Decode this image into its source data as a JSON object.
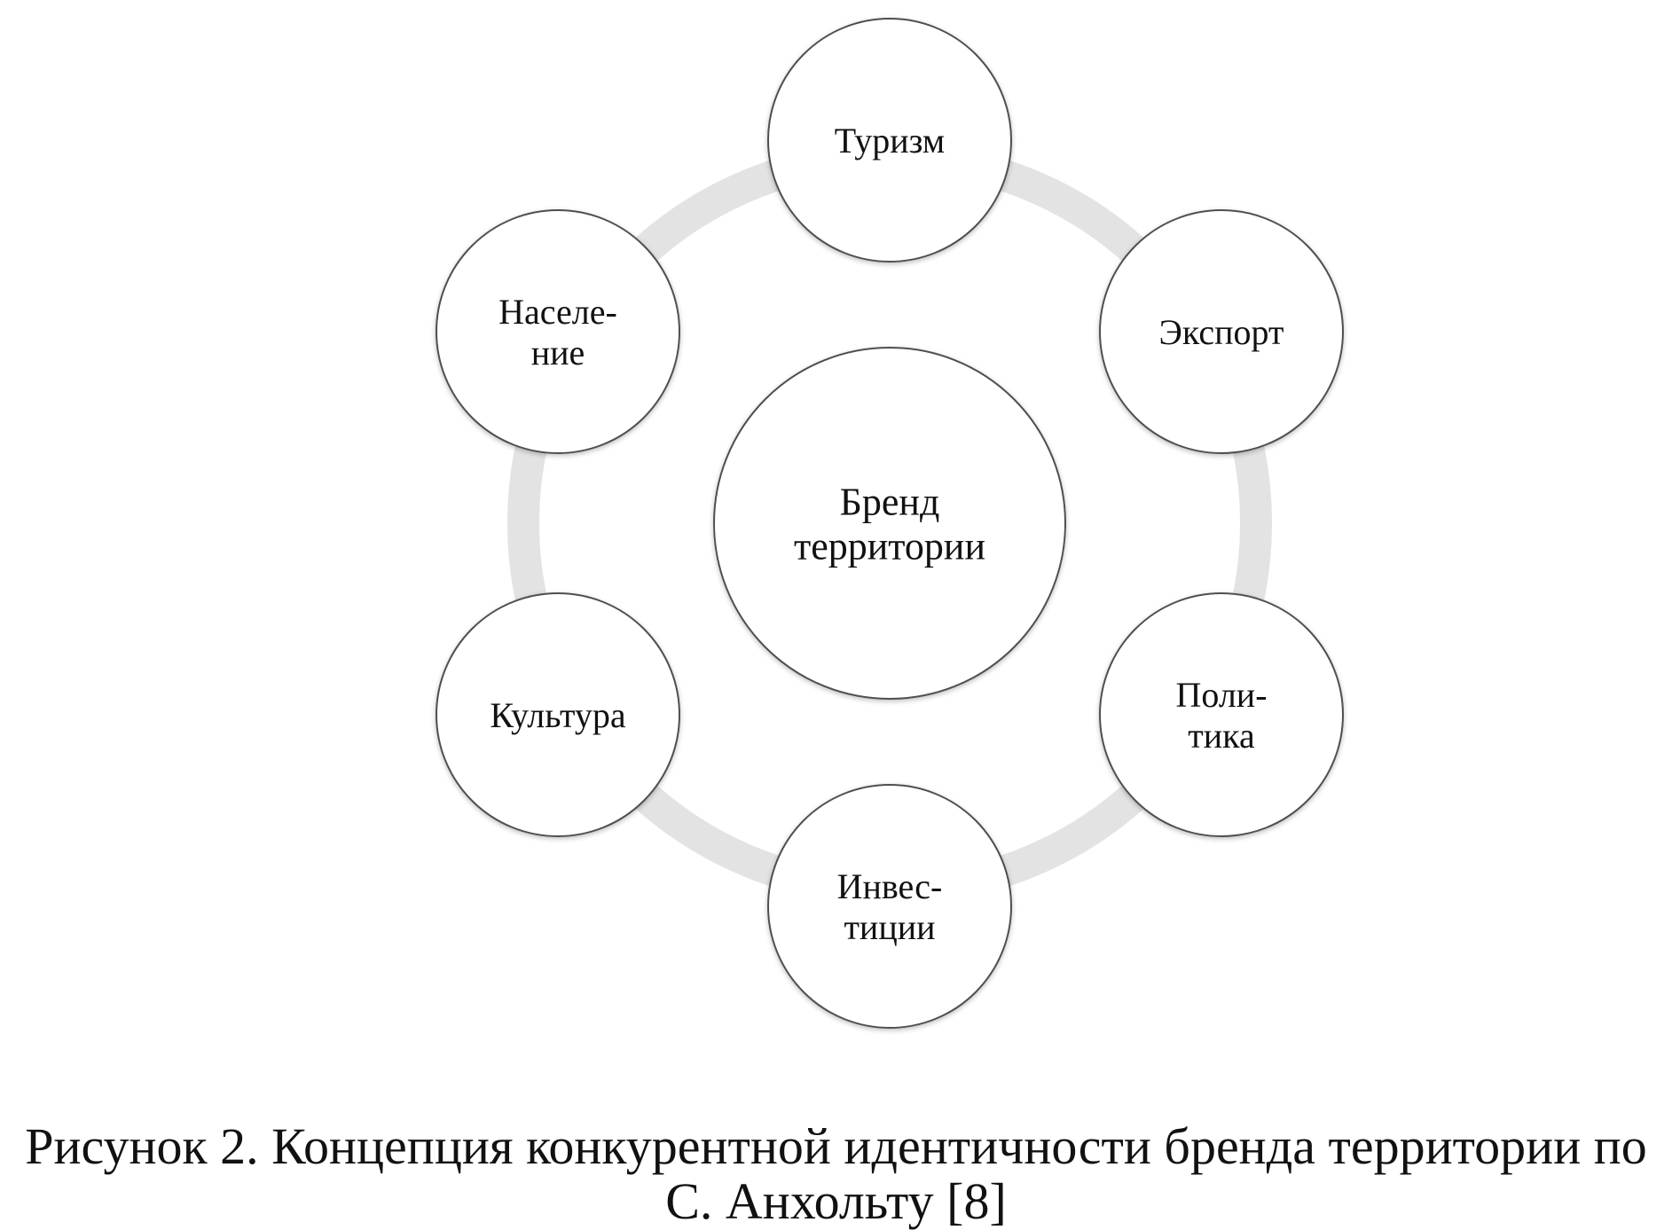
{
  "diagram": {
    "center": {
      "lines": [
        "Бренд",
        "территории"
      ]
    },
    "nodes": [
      {
        "id": "tourism",
        "lines": [
          "Туризм"
        ]
      },
      {
        "id": "export",
        "lines": [
          "Экспорт"
        ]
      },
      {
        "id": "politics",
        "lines": [
          "Поли-",
          "тика"
        ]
      },
      {
        "id": "investments",
        "lines": [
          "Инвес-",
          "тиции"
        ]
      },
      {
        "id": "culture",
        "lines": [
          "Культура"
        ]
      },
      {
        "id": "population",
        "lines": [
          "Населе-",
          "ние"
        ]
      }
    ],
    "colors": {
      "ring": "#e3e3e3",
      "circle_fill": "#ffffff",
      "circle_stroke": "#505050",
      "text": "#111111"
    }
  },
  "caption": {
    "line1": "Рисунок 2. Концепция конкурентной идентичности бренда территории по",
    "line2": "С. Анхольту [8]"
  }
}
